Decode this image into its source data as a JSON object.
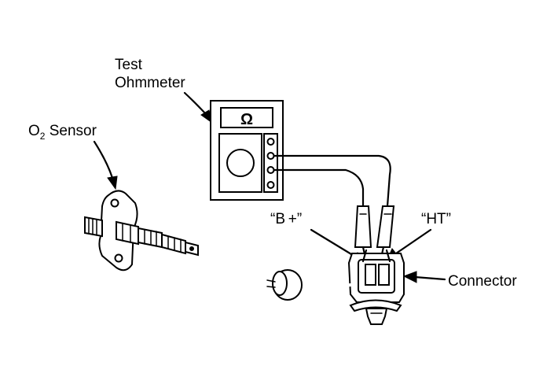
{
  "labels": {
    "meter_line1": "Test",
    "meter_line2": "Ohmmeter",
    "sensor_prefix": "O",
    "sensor_sub": "2",
    "sensor_suffix": " Sensor",
    "b_plus": "“B +”",
    "ht": "“HT”",
    "connector": "Connector",
    "meter_symbol": "Ω"
  }
}
